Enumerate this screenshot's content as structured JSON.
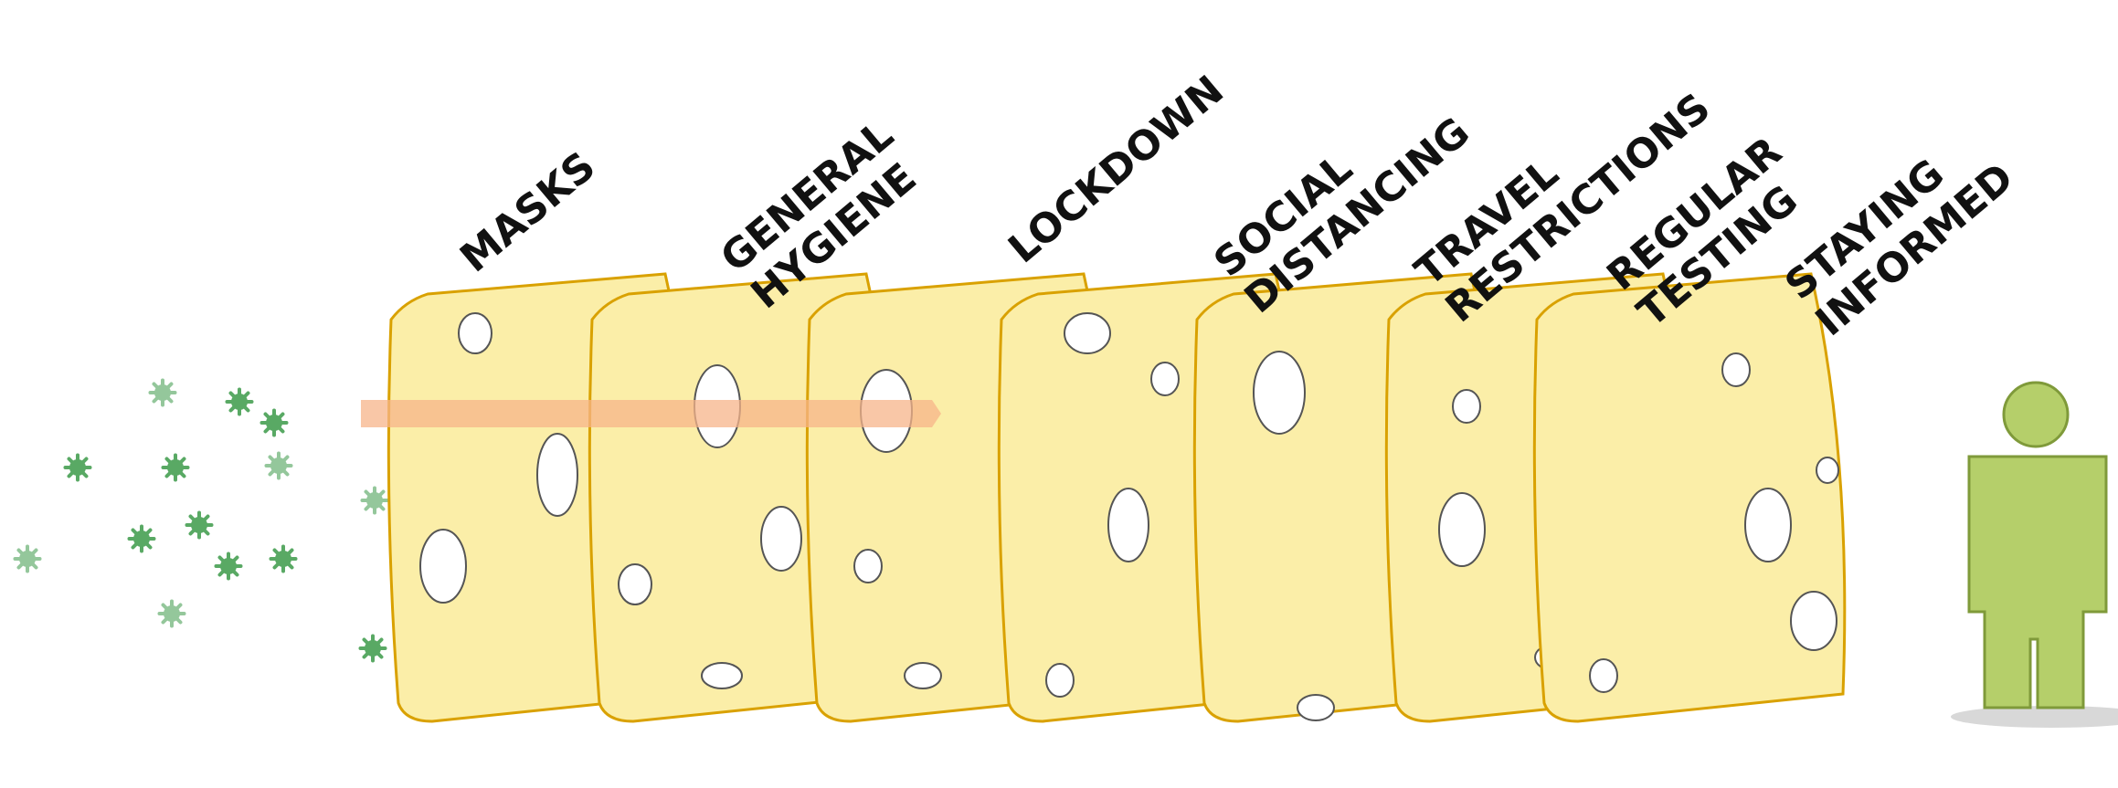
{
  "diagram": {
    "layers": [
      {
        "label_lines": [
          "MASKS"
        ]
      },
      {
        "label_lines": [
          "GENERAL",
          "HYGIENE"
        ]
      },
      {
        "label_lines": [
          "LOCKDOWN"
        ]
      },
      {
        "label_lines": [
          "SOCIAL",
          "DISTANCING"
        ]
      },
      {
        "label_lines": [
          "TRAVEL",
          "RESTRICTIONS"
        ]
      },
      {
        "label_lines": [
          "REGULAR",
          "TESTING"
        ]
      },
      {
        "label_lines": [
          "STAYING",
          "INFORMED"
        ]
      }
    ],
    "colors": {
      "cheese": "#fbeea8",
      "cheese_edge": "#d9a100",
      "cheese_shadow": "#e0b000",
      "hole_fill": "#ffffff",
      "virus": "#3d9b4a",
      "person": "#b5cf6a",
      "person_stroke": "#7f9a3a",
      "path_arrow": "#f7b48a"
    }
  }
}
